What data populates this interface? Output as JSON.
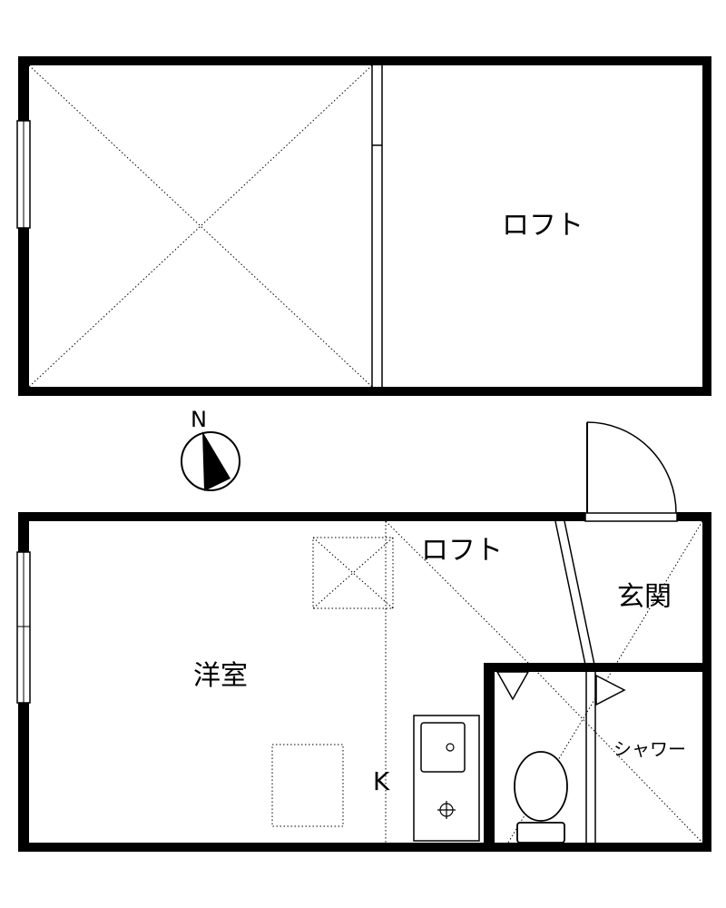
{
  "floorplan": {
    "upper": {
      "loft_label": "ロフト"
    },
    "compass": {
      "north_label": "N"
    },
    "lower": {
      "loft_label": "ロフト",
      "western_room_label": "洋室",
      "entrance_label": "玄関",
      "shower_label": "シャワー",
      "kitchen_label": "K"
    }
  },
  "colors": {
    "line": "#000000",
    "background": "#ffffff"
  }
}
